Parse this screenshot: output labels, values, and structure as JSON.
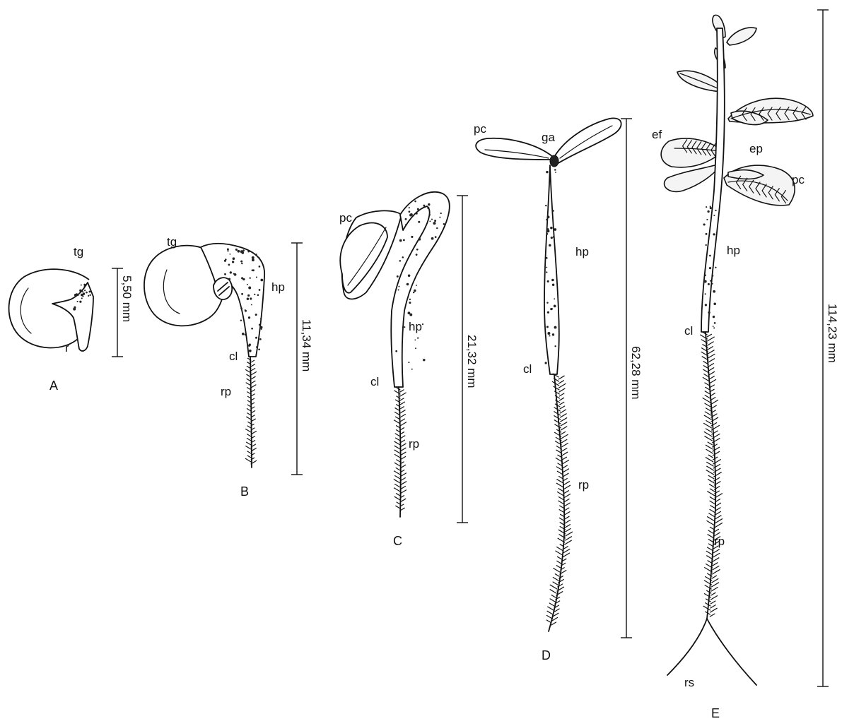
{
  "figure": {
    "stages": [
      {
        "id": "A",
        "letter": "A",
        "measure": "5,50 mm",
        "labels": [
          "tg",
          "r"
        ]
      },
      {
        "id": "B",
        "letter": "B",
        "measure": "11,34 mm",
        "labels": [
          "tg",
          "hp",
          "cl",
          "rp"
        ]
      },
      {
        "id": "C",
        "letter": "C",
        "measure": "21,32 mm",
        "labels": [
          "pc",
          "hp",
          "cl",
          "rp"
        ]
      },
      {
        "id": "D",
        "letter": "D",
        "measure": "62,28 mm",
        "labels": [
          "pc",
          "ga",
          "hp",
          "cl",
          "rp"
        ]
      },
      {
        "id": "E",
        "letter": "E",
        "measure": "114,23 mm",
        "labels": [
          "ef",
          "ep",
          "pc",
          "hp",
          "cl",
          "rp",
          "rs"
        ]
      }
    ]
  }
}
